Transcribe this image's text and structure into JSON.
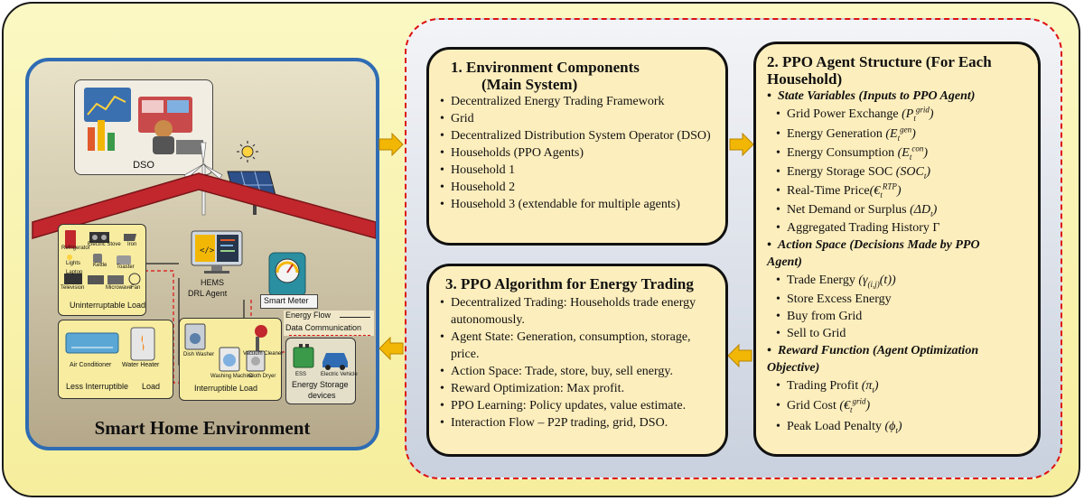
{
  "home": {
    "title": "Smart Home Environment",
    "dso_label": "DSO",
    "hems_line1": "HEMS",
    "hems_line2": "DRL Agent",
    "smart_meter": "Smart Meter",
    "uninterruptable": {
      "title": "Uninterruptable Load",
      "items": [
        "Refrigerator",
        "Electric Stove",
        "Iron",
        "Lights",
        "Kettle",
        "Toaster",
        "Laptop",
        "Television",
        "Microwave",
        "Fan"
      ]
    },
    "less_interruptible": {
      "title_line1": "Less Interruptible",
      "title_line2": "Load",
      "items": [
        "Air Conditioner",
        "Water Heater"
      ]
    },
    "interruptible": {
      "title": "Interruptible Load",
      "items": [
        "Dish Washer",
        "Vacuum Cleaner",
        "Washing Machine",
        "Cloth Dryer"
      ]
    },
    "storage": {
      "title_line1": "Energy Storage",
      "title_line2": "devices",
      "items": [
        "ESS",
        "Electric Vehicle"
      ]
    },
    "legend": {
      "energy_flow": "Energy Flow",
      "data_comm": "Data Communication"
    }
  },
  "env": {
    "title_line1": "1. Environment Components",
    "title_line2": "(Main System)",
    "items": [
      "Decentralized Energy Trading Framework",
      "Grid",
      "Decentralized Distribution System Operator (DSO)",
      "Households (PPO Agents)",
      "Household 1",
      "Household 2",
      "Household 3 (extendable for multiple agents)"
    ]
  },
  "algo": {
    "title": "3. PPO Algorithm for Energy Trading",
    "items": [
      "Decentralized Trading: Households trade energy autonomously.",
      "Agent State: Generation, consumption, storage, price.",
      "Action Space: Trade, store, buy, sell energy.",
      "Reward Optimization: Max profit.",
      "PPO Learning: Policy updates, value estimate.",
      "Interaction Flow – P2P trading, grid, DSO."
    ]
  },
  "agent": {
    "title_line1": "2. PPO Agent Structure (For Each",
    "title_line2": "Household)",
    "state_head": "State Variables (Inputs to PPO Agent)",
    "state_items": [
      "Grid Power Exchange",
      "Energy Generation",
      "Energy Consumption",
      "Energy Storage SOC",
      "Real-Time Price",
      "Net Demand or Surplus",
      "Aggregated Trading History Γ"
    ],
    "action_head_line1": "Action Space (Decisions Made by PPO",
    "action_head_line2": "Agent)",
    "action_items": [
      "Trade Energy",
      "Store Excess Energy",
      "Buy from Grid",
      "Sell to Grid"
    ],
    "reward_head_line1": "Reward Function (Agent Optimization",
    "reward_head_line2": "Objective)",
    "reward_items": [
      "Trading Profit",
      "Grid Cost",
      "Peak Load Penalty"
    ]
  },
  "colors": {
    "arrow": "#f2b705",
    "red_dash": "#dd1111",
    "home_border": "#2f6cb3",
    "card_fill": "#fdeebd"
  }
}
